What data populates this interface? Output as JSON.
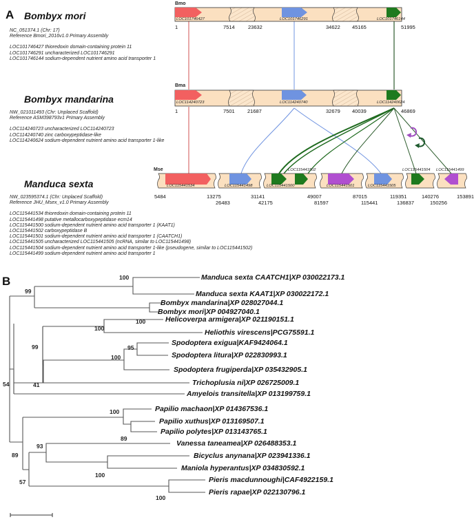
{
  "panelA": {
    "letter": "A",
    "genomes": [
      {
        "species": "Bombyx mori",
        "abbr": "Bmo",
        "info": [
          "NC_051374.1 (Chr: 17)",
          "Reference Bmori_2016v1.0 Primary Assembly"
        ],
        "genes": [
          "LOC101746427 thioredoxin domain-containing  protein 11",
          "LOC101746291 uncharacterized LOC101746291",
          "LOC101746144 sodium-dependent nutrient amino acid transporter 1"
        ],
        "gene_labels": [
          "LOC101746427",
          "LOC101746291",
          "LOC101746144"
        ],
        "ticks": [
          "1",
          "7514",
          "23632",
          "34622",
          "45165",
          "51995"
        ]
      },
      {
        "species": "Bombyx mandarina",
        "abbr": "Bma",
        "info": [
          "NW_021011493 (Chr: Unplaced Scaffold)",
          "Reference ASM398793v1 Primary Assembly"
        ],
        "genes": [
          "LOC114240723 uncharacterized LOC114240723",
          "LOC114240740 zinc carboxypeptidase-like",
          "LOC114240624 sodium-dependent nutrient amino acid transporter 1-like"
        ],
        "gene_labels": [
          "LOC114240723",
          "LOC114240740",
          "LOC114240624"
        ],
        "ticks": [
          "1",
          "7501",
          "21687",
          "32679",
          "40039",
          "46869"
        ]
      },
      {
        "species": "Manduca sexta",
        "abbr": "Mse",
        "info": [
          "NW_023595374.1 (Chr: Unplaced Scaffold)",
          "Reference JHU_Msex_v1.0 Primary Assembly"
        ],
        "genes": [
          "LOC115441534 thioredoxin domain-containing  protein 11",
          "LOC115441498 putative metallocarboxypeptidase ecm14",
          "LOC115441500 sodium-dependent nutrient amino acid transporter 1 (KAAT1)",
          "LOC115441502 carboxypeptidase B",
          "LOC115441501 sodium-dependent nutrient amino acid transporter 1 (CAATCH1)",
          "LOC115441505 uncharacterized LOC115441505 (ncRNA, similar to LOC115441498)",
          "LOC115441504 sodium-dependent nutrient amino acid transporter 1-like (pseudogene, similar to LOC115441502)",
          "LOC115441499 sodium-dependent nutrient amino acid transporter 1"
        ],
        "gene_labels": [
          "LOC115441534",
          "LOC115441498",
          "LOC115441500",
          "LOC115441502",
          "LOC115441501",
          "LOC115441505",
          "LOC115441504",
          "LOC115441499"
        ],
        "ticks_top": [
          "5484",
          "13275",
          "31141",
          "49007",
          "87015",
          "119351",
          "140276",
          "153891"
        ],
        "ticks_bottom": [
          "26483",
          "42175",
          "81597",
          "115441",
          "136837",
          "150256"
        ]
      }
    ],
    "colors": {
      "thioredoxin": "#f26060",
      "carboxypeptidase": "#6f93e0",
      "transporter": "#1e7a1e",
      "caatch": "#b04fd0",
      "chromosome": "#fbe0c0"
    }
  },
  "panelB": {
    "letter": "B",
    "leaves": [
      "Manduca sexta CAATCH1|XP 030022173.1",
      "Manduca sexta KAAT1|XP 030022172.1",
      "Bombyx mandarina|XP 028027044.1",
      "Bombyx mori|XP 004927040.1",
      "Helicoverpa armigera|XP 021190151.1",
      "Heliothis virescens|PCG75591.1",
      "Spodoptera exigua|KAF9424064.1",
      "Spodoptera litura|XP 022830993.1",
      "Spodoptera frugiperda|XP 035432905.1",
      "Trichoplusia ni|XP 026725009.1",
      "Amyelois transitella|XP 013199759.1",
      "Papilio machaon|XP 014367536.1",
      "Papilio xuthus|XP 013169507.1",
      "Papilio polytes|XP 013143765.1",
      "Vanessa taneamea|XP 026488353.1",
      "Bicyclus anynana|XP 023941336.1",
      "Maniola hyperantus|XP 034830592.1",
      "Pieris macdunnoughi|CAF4922159.1",
      "Pieris rapae|XP 022130796.1"
    ],
    "bootstrap": [
      "100",
      "99",
      "100",
      "100",
      "99",
      "95",
      "100",
      "41",
      "54",
      "100",
      "89",
      "93",
      "89",
      "100",
      "57",
      "100"
    ]
  }
}
